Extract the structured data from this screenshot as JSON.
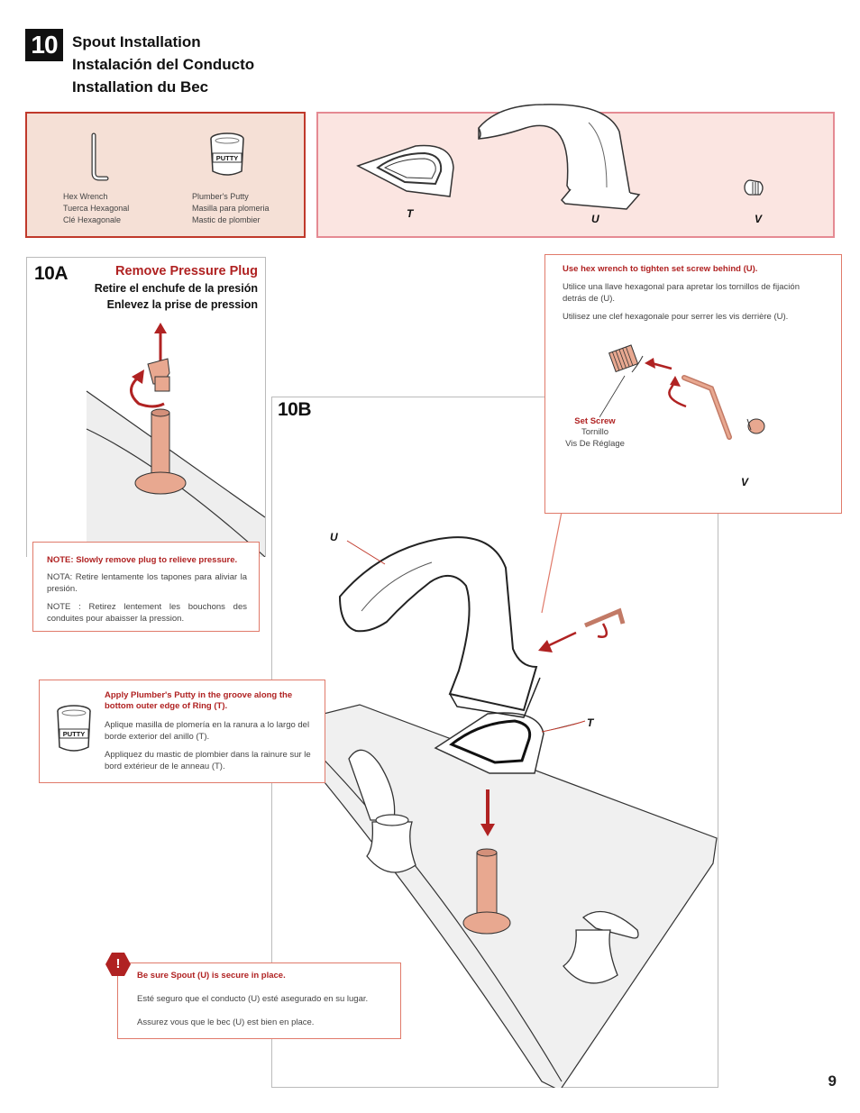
{
  "step": {
    "number": "10",
    "titles": [
      "Spout Installation",
      "Instalación del Conducto",
      "Installation du Bec"
    ]
  },
  "tools": [
    {
      "icon": "hex-wrench-icon",
      "labels": [
        "Hex Wrench",
        "Tuerca Hexagonal",
        "Clé Hexagonale"
      ]
    },
    {
      "icon": "putty-jar-icon",
      "labels": [
        "Plumber's Putty",
        "Masilla para plomeria",
        "Mastic de plombier"
      ],
      "jar_text": "PUTTY"
    }
  ],
  "parts": [
    {
      "letter": "T",
      "icon": "ring-icon"
    },
    {
      "letter": "U",
      "icon": "spout-icon"
    },
    {
      "letter": "V",
      "icon": "set-screw-icon"
    }
  ],
  "step_a": {
    "label": "10A",
    "title": "Remove Pressure Plug",
    "subtitles": [
      "Retire el enchufe de la presión",
      "Enlevez la prise de pression"
    ]
  },
  "note_a": {
    "heading": "NOTE:  Slowly remove plug to relieve pressure.",
    "lines": [
      "NOTA: Retire lentamente los tapones para aliviar la presión.",
      "NOTE : Retirez lentement les bouchons des conduites pour abaisser la pression."
    ]
  },
  "setscrew_note": {
    "heading": "Use hex wrench to tighten set screw behind (U).",
    "lines": [
      "Utilice una llave hexagonal para apretar los tornillos de fijación detrás de (U).",
      "Utilisez une clef hexagonale pour serrer les vis derrière (U)."
    ],
    "callout": {
      "title": "Set Screw",
      "lines": [
        "Tornillo",
        "Vis De Réglage"
      ]
    },
    "part_letter": "V"
  },
  "step_b": {
    "label": "10B",
    "letter_u": "U",
    "letter_t": "T"
  },
  "putty_note": {
    "heading": "Apply Plumber's Putty in the groove along the bottom outer edge of Ring (T).",
    "lines": [
      "Aplique masilla de plomería en la ranura a lo largo del borde exterior del anillo (T).",
      "Appliquez du mastic de plombier dans la rainure sur le bord extérieur de le anneau (T)."
    ],
    "jar_text": "PUTTY"
  },
  "warning_note": {
    "badge": "!",
    "heading": "Be sure Spout (U) is secure in place.",
    "lines": [
      "Esté seguro que el conducto (U) esté asegurado en su lugar.",
      "Assurez vous que le bec (U) est bien en place."
    ]
  },
  "page_number": "9",
  "colors": {
    "accent_red": "#b02222",
    "copper": "#e8a890",
    "tool_bg": "#f5e0d6",
    "parts_bg": "#fbe5e1"
  }
}
